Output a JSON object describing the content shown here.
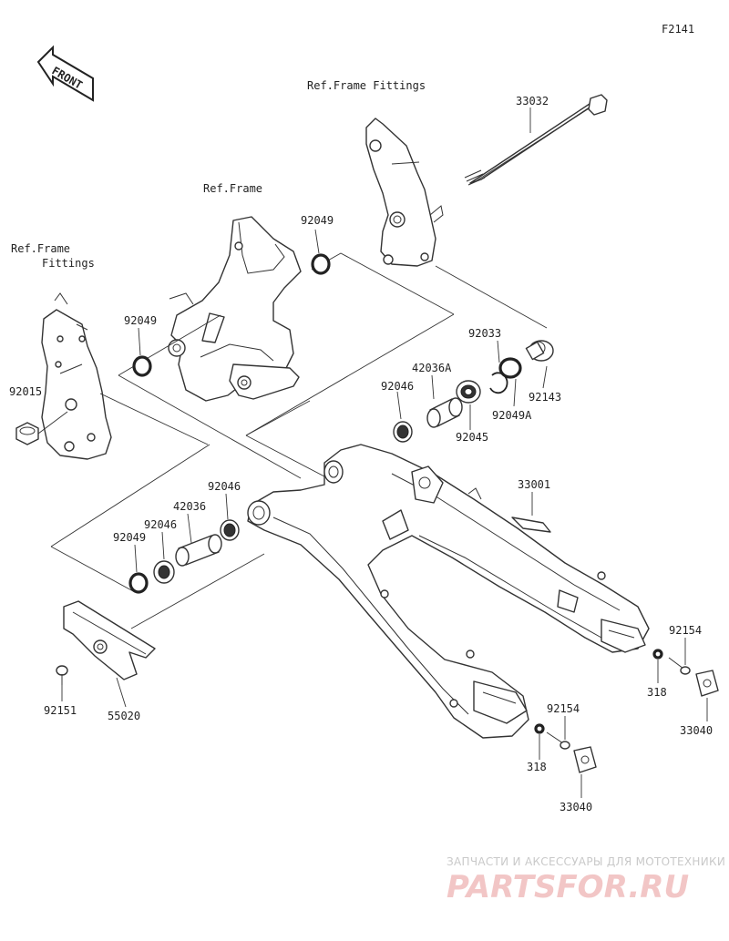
{
  "figure_code": "F2141",
  "front_label": "FRONT",
  "references": {
    "frame_fittings_top": "Ref.Frame Fittings",
    "frame": "Ref.Frame",
    "frame_fittings_left_1": "Ref.Frame",
    "frame_fittings_left_2": "Fittings"
  },
  "parts": {
    "p33032": "33032",
    "p92049_top": "92049",
    "p92049_left": "92049",
    "p92015": "92015",
    "p92033": "92033",
    "p42036A": "42036A",
    "p92046_right": "92046",
    "p92143": "92143",
    "p92049A": "92049A",
    "p92045": "92045",
    "p33001": "33001",
    "p92046_lower_a": "92046",
    "p42036": "42036",
    "p92046_lower_b": "92046",
    "p92049_lower": "92049",
    "p92154_right": "92154",
    "p318_right": "318",
    "p33040_right": "33040",
    "p92154_center": "92154",
    "p318_center": "318",
    "p33040_center": "33040",
    "p92151": "92151",
    "p55020": "55020"
  },
  "watermark": {
    "tagline": "ЗАПЧАСТИ И АКСЕССУАРЫ ДЛЯ МОТОТЕХНИКИ",
    "brand": "PARTSFOR.RU"
  }
}
